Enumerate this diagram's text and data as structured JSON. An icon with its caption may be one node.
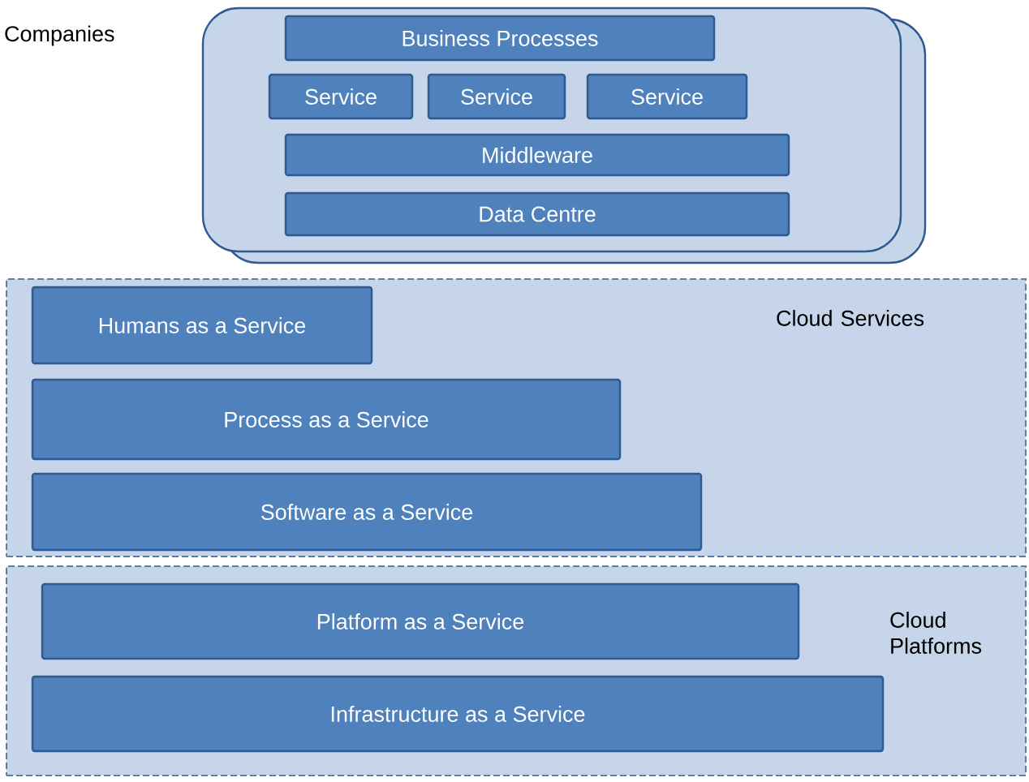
{
  "diagram": {
    "nodes": [
      {
        "text": [
          "Companies"
        ]
      },
      {
        "text": [
          "Business Processes"
        ],
        "in": 0
      },
      {
        "text": [
          "Service"
        ],
        "in": 0
      },
      {
        "text": [
          "Service"
        ],
        "in": 0
      },
      {
        "text": [
          "Service"
        ],
        "in": 0
      },
      {
        "text": [
          "Middleware"
        ],
        "in": 0
      },
      {
        "text": [
          "Data Centre"
        ],
        "in": 0
      },
      {
        "text": [
          "Cloud Services"
        ]
      },
      {
        "text": [
          "Humans as a Service"
        ],
        "in": 7
      },
      {
        "text": [
          "Process as a Service"
        ],
        "in": 7
      },
      {
        "text": [
          "Software as a Service"
        ],
        "in": 7
      },
      {
        "text": [
          "Cloud Platforms"
        ]
      },
      {
        "text": [
          "Platform as a Service"
        ],
        "in": 11
      },
      {
        "text": [
          "Infrastructure as a Service"
        ],
        "in": 11
      }
    ]
  }
}
